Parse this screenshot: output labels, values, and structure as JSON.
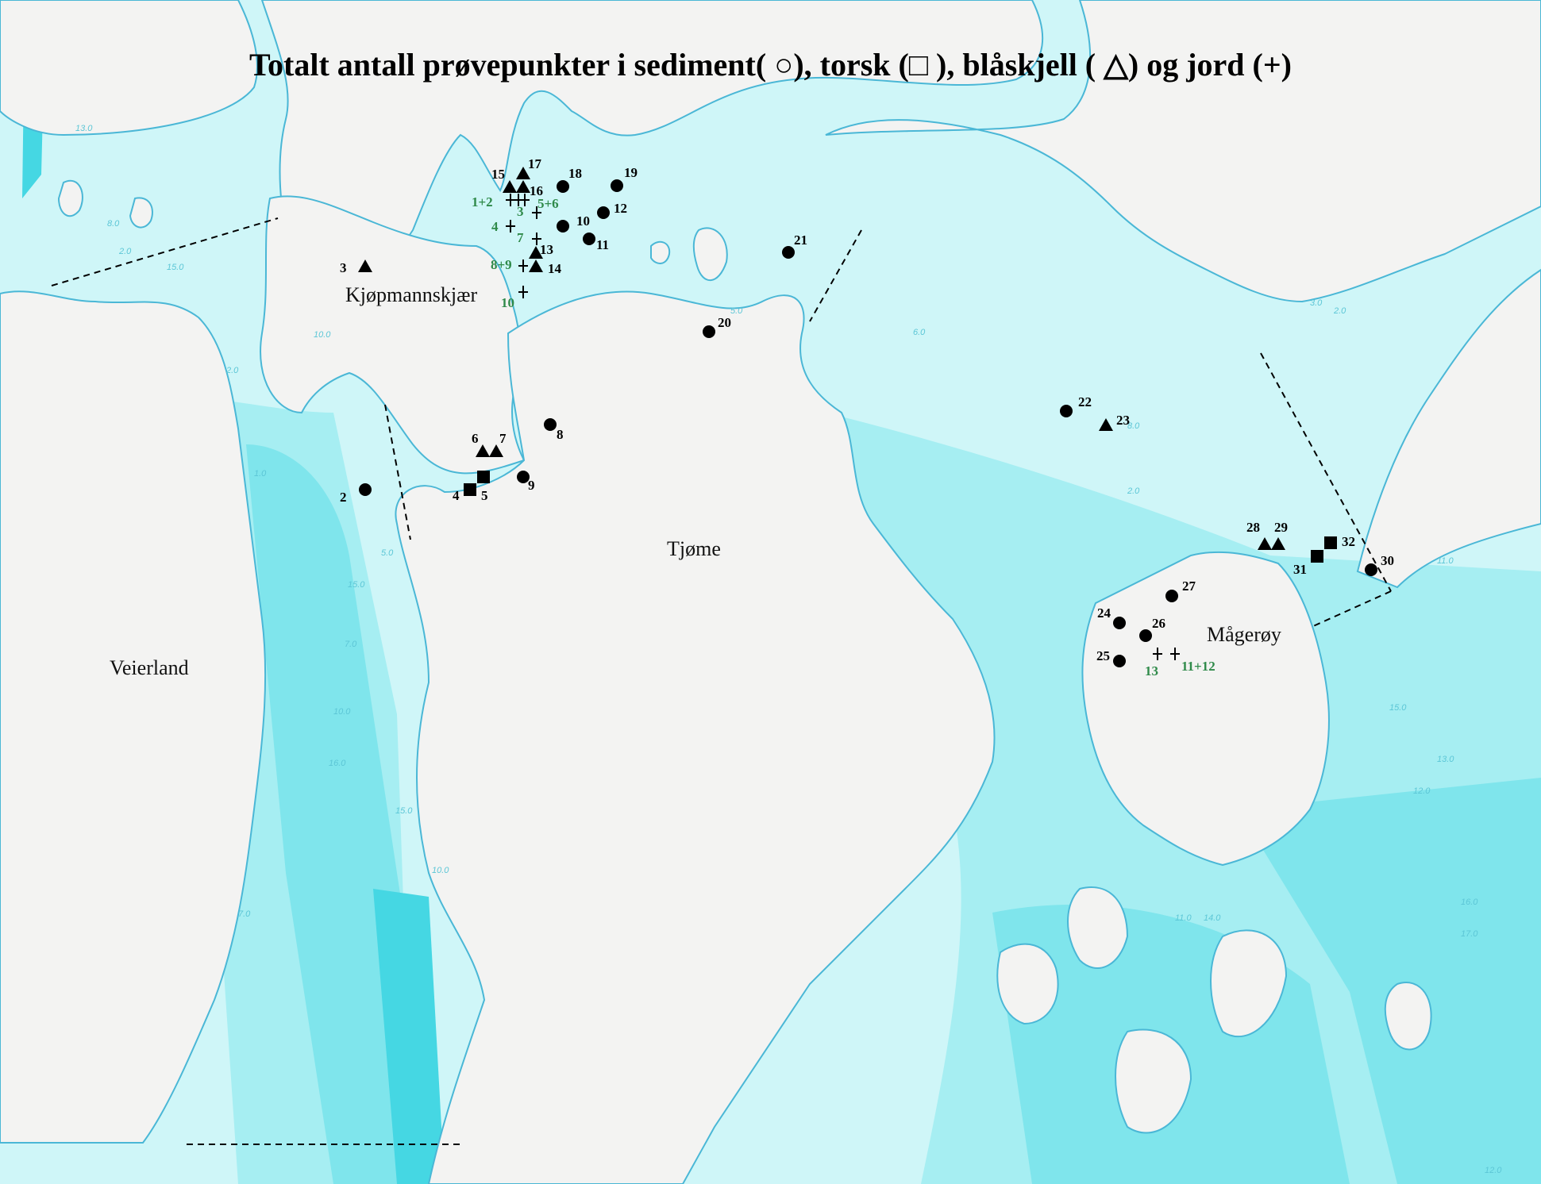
{
  "title": "Totalt antall prøvepunkter i sediment( ○), torsk (□ ), blåskjell ( △) og jord (+)",
  "colors": {
    "land": "#f3f3f2",
    "shallow_water": "#cff6f8",
    "mid_water": "#9eecf1",
    "deep_water": "#5fdfe8",
    "channel": "#3fd6e2",
    "coast_line": "#4ab7d6",
    "marker": "#000000",
    "soil_label": "#2f8a4a"
  },
  "places": [
    {
      "id": "kjopmannskjaer",
      "name": "Kjøpmannskjær"
    },
    {
      "id": "tjome",
      "name": "Tjøme"
    },
    {
      "id": "veierland",
      "name": "Veierland"
    },
    {
      "id": "magerøy",
      "name": "Mågerøy"
    }
  ],
  "samples": {
    "sediment": [
      "2",
      "8",
      "9",
      "10",
      "11",
      "12",
      "18",
      "19",
      "20",
      "21",
      "22",
      "24",
      "25",
      "26",
      "27",
      "30"
    ],
    "cod": [
      "4",
      "5",
      "31",
      "32"
    ],
    "mussel": [
      "3",
      "6",
      "7",
      "13",
      "14",
      "15",
      "16",
      "17",
      "23",
      "28",
      "29"
    ],
    "soil": [
      "1+2",
      "3",
      "4",
      "5+6",
      "7",
      "8+9",
      "10",
      "11+12",
      "13"
    ]
  },
  "depth_labels": [
    "13.0",
    "8.0",
    "2.0",
    "15.0",
    "10.0",
    "2.0",
    "1.0",
    "5.0",
    "15.0",
    "7.0",
    "10.0",
    "16.0",
    "15.0",
    "10.0",
    "2.0",
    "3.0",
    "11.0",
    "2.0",
    "8.0",
    "6.0",
    "15.0",
    "13.0",
    "12.0",
    "11.0",
    "14.0",
    "16.0",
    "17.0",
    "12.0",
    "7.0",
    "5.0"
  ]
}
